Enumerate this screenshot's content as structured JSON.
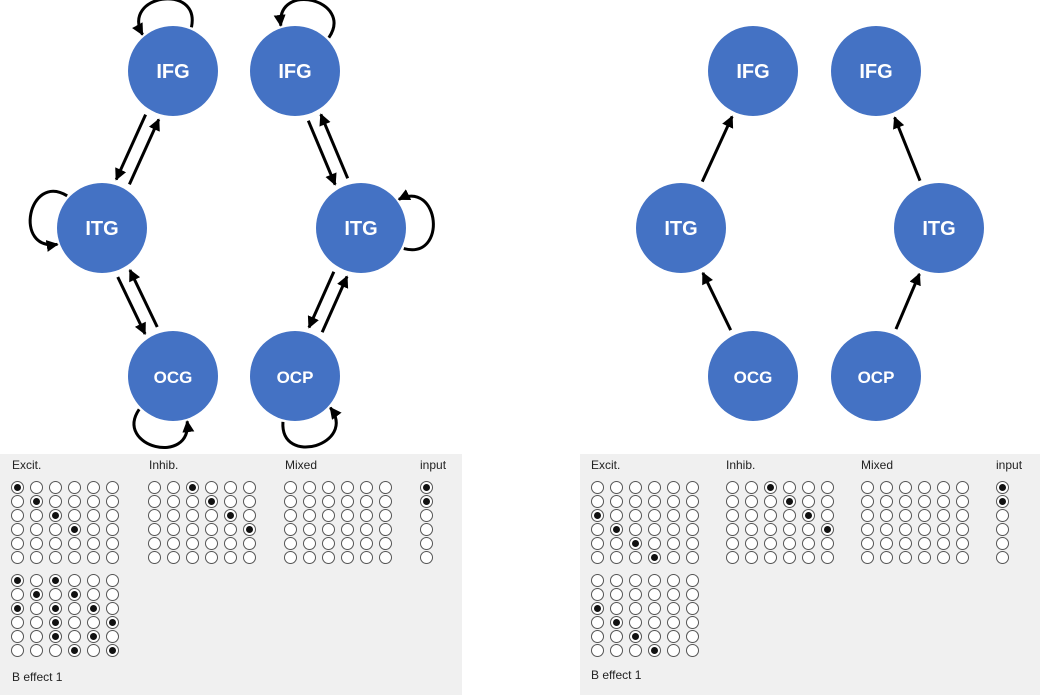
{
  "diagrams": [
    {
      "name": "full-model",
      "nodes": [
        {
          "id": "IFG1",
          "label": "IFG"
        },
        {
          "id": "IFG2",
          "label": "IFG"
        },
        {
          "id": "ITG1",
          "label": "ITG"
        },
        {
          "id": "ITG2",
          "label": "ITG"
        },
        {
          "id": "OCG",
          "label": "OCG"
        },
        {
          "id": "OCP",
          "label": "OCP"
        }
      ],
      "edges": [
        {
          "from": "ITG1",
          "to": "IFG1"
        },
        {
          "from": "IFG1",
          "to": "ITG1"
        },
        {
          "from": "OCG",
          "to": "ITG1"
        },
        {
          "from": "ITG1",
          "to": "OCG"
        },
        {
          "from": "ITG2",
          "to": "IFG2"
        },
        {
          "from": "IFG2",
          "to": "ITG2"
        },
        {
          "from": "OCP",
          "to": "ITG2"
        },
        {
          "from": "ITG2",
          "to": "OCP"
        }
      ],
      "self_loops": [
        "IFG1",
        "IFG2",
        "ITG1",
        "ITG2",
        "OCG",
        "OCP"
      ]
    },
    {
      "name": "reduced-model",
      "nodes": [
        {
          "id": "IFG1",
          "label": "IFG"
        },
        {
          "id": "IFG2",
          "label": "IFG"
        },
        {
          "id": "ITG1",
          "label": "ITG"
        },
        {
          "id": "ITG2",
          "label": "ITG"
        },
        {
          "id": "OCG",
          "label": "OCG"
        },
        {
          "id": "OCP",
          "label": "OCP"
        }
      ],
      "edges": [
        {
          "from": "ITG1",
          "to": "IFG1"
        },
        {
          "from": "OCG",
          "to": "ITG1"
        },
        {
          "from": "ITG2",
          "to": "IFG2"
        },
        {
          "from": "OCP",
          "to": "ITG2"
        }
      ],
      "self_loops": []
    }
  ],
  "colors": {
    "node": "#4472c4",
    "arrow": "#000000",
    "panel_bg": "#f0f0f0"
  },
  "panels": [
    {
      "labels": {
        "excit": "Excit.",
        "inhib": "Inhib.",
        "mixed": "Mixed",
        "input": "input",
        "beffect": "B effect 1"
      },
      "excit_on": [
        [
          0,
          0
        ],
        [
          1,
          1
        ],
        [
          2,
          2
        ],
        [
          3,
          3
        ]
      ],
      "inhib_on": [
        [
          0,
          2
        ],
        [
          1,
          3
        ],
        [
          2,
          4
        ],
        [
          3,
          5
        ]
      ],
      "mixed_on": [],
      "input_on": [
        0,
        1
      ],
      "beffect_on": [
        [
          0,
          0
        ],
        [
          0,
          2
        ],
        [
          1,
          1
        ],
        [
          1,
          3
        ],
        [
          2,
          0
        ],
        [
          2,
          2
        ],
        [
          2,
          4
        ],
        [
          3,
          2
        ],
        [
          3,
          5
        ],
        [
          4,
          2
        ],
        [
          4,
          4
        ],
        [
          5,
          3
        ],
        [
          5,
          5
        ]
      ]
    },
    {
      "labels": {
        "excit": "Excit.",
        "inhib": "Inhib.",
        "mixed": "Mixed",
        "input": "input",
        "beffect": "B effect 1"
      },
      "excit_on": [
        [
          2,
          0
        ],
        [
          3,
          1
        ],
        [
          4,
          2
        ],
        [
          5,
          3
        ]
      ],
      "inhib_on": [
        [
          0,
          2
        ],
        [
          1,
          3
        ],
        [
          2,
          4
        ],
        [
          3,
          5
        ]
      ],
      "mixed_on": [],
      "input_on": [
        0,
        1
      ],
      "beffect_on": [
        [
          2,
          0
        ],
        [
          3,
          1
        ],
        [
          4,
          2
        ],
        [
          5,
          3
        ]
      ]
    }
  ]
}
